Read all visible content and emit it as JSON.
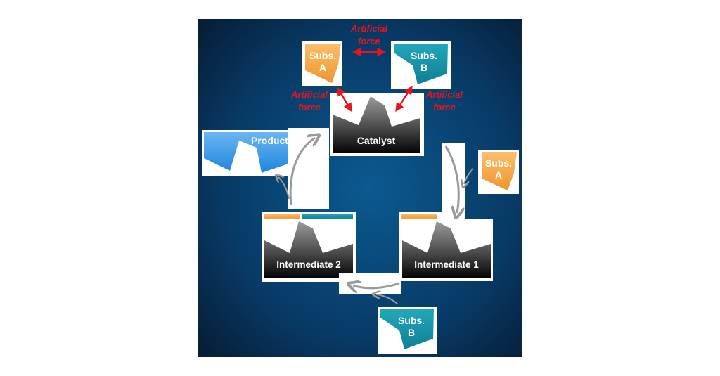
{
  "labels": {
    "force_top": [
      "Artificial",
      "force"
    ],
    "force_left": [
      "Artificial",
      "force"
    ],
    "force_right": [
      "Artificial",
      "force"
    ],
    "subs_a": [
      "Subs.",
      "A"
    ],
    "subs_b": [
      "Subs.",
      "B"
    ],
    "catalyst": "Catalyst",
    "product": "Product",
    "intermediate_1": "Intermediate 1",
    "intermediate_2": "Intermediate 2"
  },
  "colors": {
    "subs_a": "#f5a444",
    "subs_b": "#1593a8",
    "product": "#3f9be8",
    "force": "#e8141b",
    "arrow": "#9a9a9a"
  }
}
